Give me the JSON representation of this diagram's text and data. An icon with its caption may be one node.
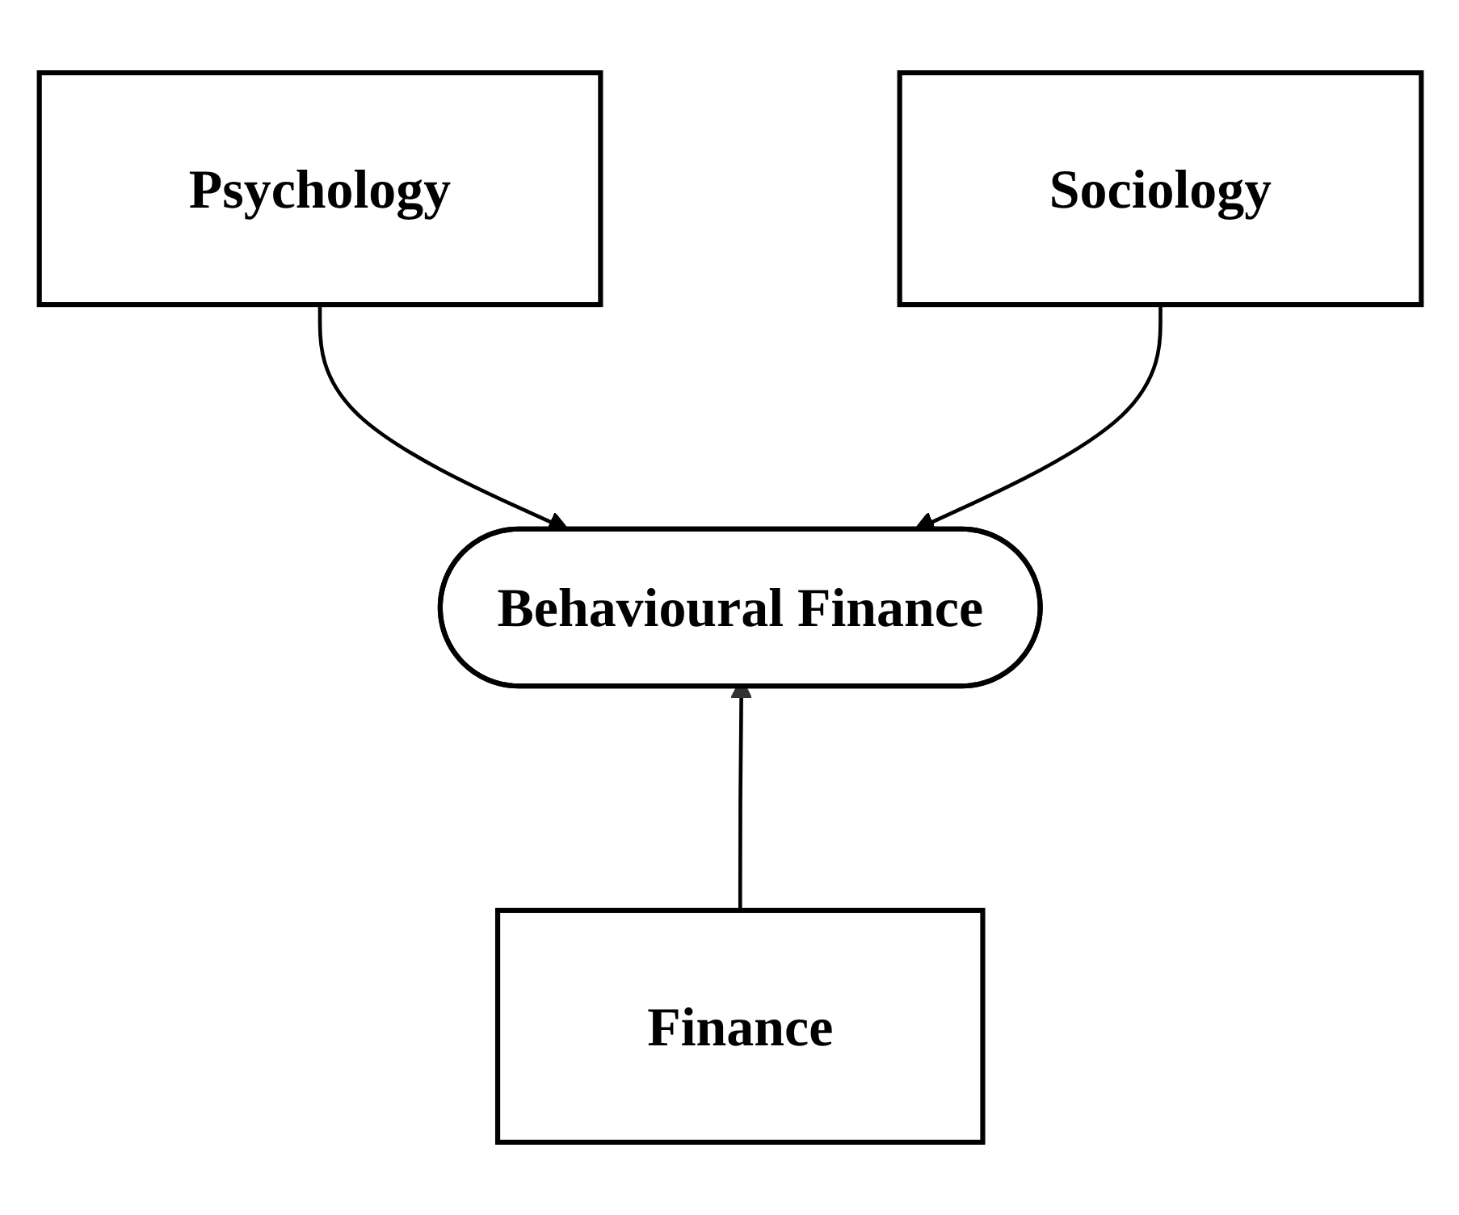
{
  "diagram": {
    "nodes": [
      {
        "text": [
          "Psychology"
        ]
      },
      {
        "text": [
          "Sociology"
        ]
      },
      {
        "text": [
          "Behavioural Finance"
        ]
      },
      {
        "text": [
          "Finance"
        ]
      }
    ],
    "edges": [
      {
        "from": 0,
        "to": 2,
        "arrow": "to"
      },
      {
        "from": 1,
        "to": 2,
        "arrow": "to"
      },
      {
        "from": 3,
        "to": 2,
        "arrow": "to"
      }
    ]
  }
}
